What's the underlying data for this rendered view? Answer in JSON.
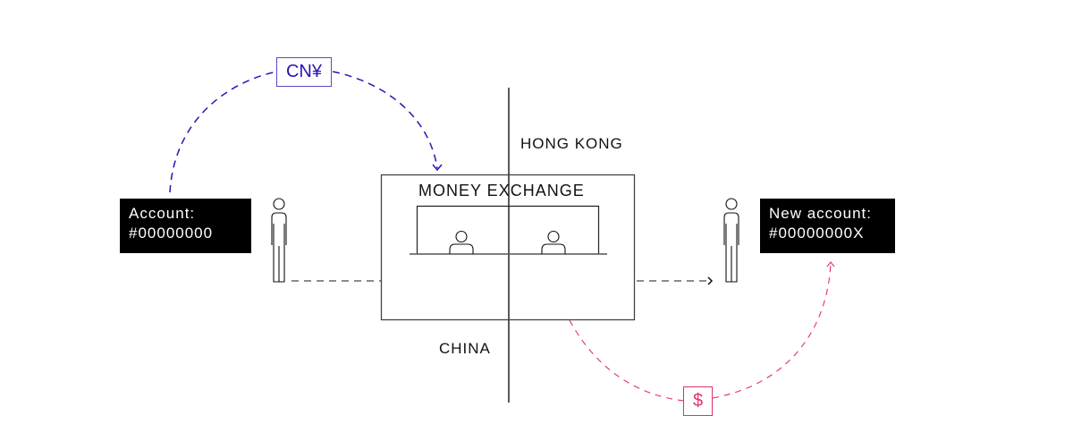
{
  "diagram": {
    "regions": {
      "top": "HONG KONG",
      "bottom": "CHINA"
    },
    "exchange": {
      "title": "MONEY EXCHANGE"
    },
    "source_account": {
      "label": "Account:",
      "number": "#00000000"
    },
    "target_account": {
      "label": "New account:",
      "number": "#00000000X"
    },
    "currencies": {
      "incoming": "CN¥",
      "outgoing": "$"
    },
    "colors": {
      "incoming_flow": "#2a14b4",
      "outgoing_flow": "#e0306e",
      "border_line": "#000000",
      "box_stroke": "#333333",
      "dashed_path": "#666666"
    }
  }
}
